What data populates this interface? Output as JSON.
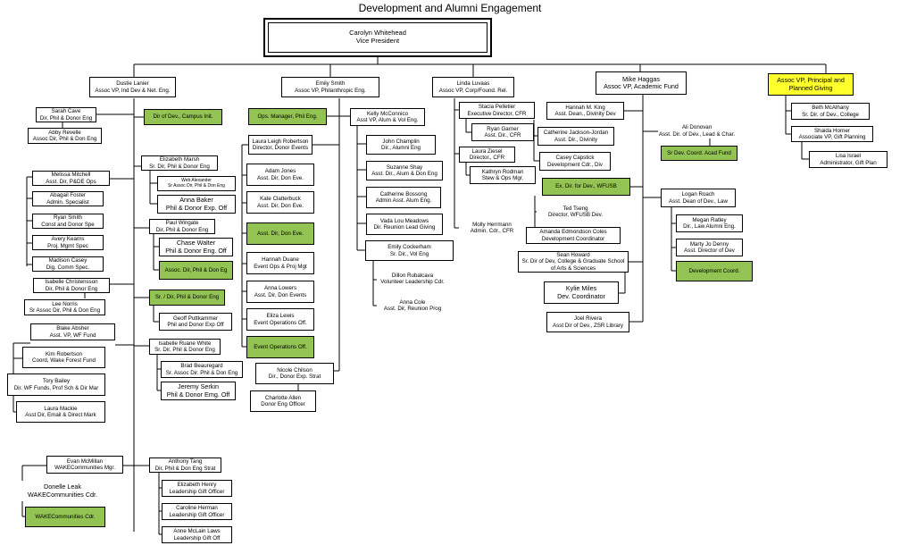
{
  "title": "Development and Alumni Engagement",
  "colors": {
    "green": "#92c353",
    "yellow": "#ffff2d",
    "line": "#000000"
  },
  "nodes": {
    "vp": [
      "Carolyn Whitehead",
      "Vice President"
    ],
    "lanier": [
      "Dustie Lanier",
      "Assoc VP, Ind Dev & Net. Eng."
    ],
    "smith": [
      "Emily Smith",
      "Assoc VP, Philanthropic Eng."
    ],
    "luvaas": [
      "Linda Luvaas",
      "Assoc VP, Corp/Found. Rel."
    ],
    "haggas": [
      "Mike Haggas",
      "Assoc VP, Academic Fund"
    ],
    "planned": [
      "Assoc VP, Principal and",
      "Planned Giving"
    ],
    "cave": [
      "Sarah Cave",
      "Dir, Phil & Donor Eng"
    ],
    "revelle": [
      "Abby Revelle",
      "Assoc Dir, Phil & Don Eng"
    ],
    "campus": [
      "Dir of Dev., Campus Init."
    ],
    "mitchell": [
      "Melissa Mitchell",
      "Asst. Dir, P&DE Ops"
    ],
    "foster": [
      "Abagail Foster",
      "Admin. Specialist"
    ],
    "rsmith": [
      "Ryan Smith",
      "Const and Donor Spe"
    ],
    "kearns": [
      "Avery Kearns",
      "Proj. Mgmt Spec"
    ],
    "casey": [
      "Madison Casey",
      "Dig. Comm Spec."
    ],
    "christensson": [
      "Isabelle Christensson",
      "Dir, Phil & Donor Eng"
    ],
    "norris": [
      "Lee Norris",
      "Sr Assoc Dir, Phil & Don Eng"
    ],
    "absher": [
      "Blake Absher",
      "Asst. VP, WF Fund"
    ],
    "robertson": [
      "Kim Robertson",
      "Coord, Wake Forest Fund"
    ],
    "bailey": [
      "Tory Bailey",
      "Dir. WF Funds, Prof Sch & Dir Mar"
    ],
    "mackie": [
      "Laura Mackie",
      "Asst Dir, Email & Direct Mark"
    ],
    "mcmillan": [
      "Evan McMillan",
      "WAKECommunities Mgr."
    ],
    "leak": [
      "Donelle Leak",
      "WAKECommunities Cdr."
    ],
    "wakecdr": [
      "WAKECommunities Cdr."
    ],
    "marsh": [
      "Elizabeth Marsh",
      "Sr. Dir, Phil & Donor Eng"
    ],
    "alexander": [
      "Web Alexander",
      "Sr Assoc Dir, Phil & Don Eng"
    ],
    "baker": [
      "Anna Baker",
      "Phil & Donor Exp. Off"
    ],
    "wingate": [
      "Paul Wingate",
      "Dir, Phil & Donor Eng"
    ],
    "walter": [
      "Chase Walter",
      "Phil & Donor Eng. Off"
    ],
    "assocgreen": [
      "Assoc. Dir, Phil & Don Eg"
    ],
    "srdir": [
      "Sr. / Dir, Phil & Donor Eng"
    ],
    "puttkammer": [
      "Geoff Puttkammer",
      "Phil and Donor Exp Off"
    ],
    "white": [
      "Isabelle Ruane White",
      "Sr. Dir, Phil & Donor Eng"
    ],
    "beauregard": [
      "Brad Beauregard",
      "Sr. Assoc Dir. Phil & Don Eng"
    ],
    "serkin": [
      "Jeremy Serkin",
      "Phil & Donor Emg. Off"
    ],
    "tang": [
      "Anthony Tang",
      "Dir, Phil & Don Eng Strat"
    ],
    "henry": [
      "Elizabeth Henry",
      "Leadership Gift Officer"
    ],
    "herman": [
      "Caroline Herman",
      "Leadership Gift Officer"
    ],
    "laws": [
      "Anne McLain Laws",
      "Leadership Gift Off"
    ],
    "opsmgr": [
      "Ops. Manager, Phil Eng."
    ],
    "mcconnico": [
      "Kelly McConnico",
      "Asst VP, Alum & Vol Eng."
    ],
    "lrobertson": [
      "Laura Leigh Robertson",
      "Director, Donor Events"
    ],
    "jones": [
      "Adam Jones",
      "Asst. Dir, Don Eve."
    ],
    "clatterbuck": [
      "Kate Clatterbuck",
      "Asst. Dir, Don Eve."
    ],
    "asstdon": [
      "Asst. Dir, Don Eve."
    ],
    "duane": [
      "Hannah Duane",
      "Event Ops & Proj Mgt"
    ],
    "lowers": [
      "Anna Lowers",
      "Asst. Dir, Don Events"
    ],
    "lewis": [
      "Eliza Lewis",
      "Event Operations Off."
    ],
    "eventops": [
      "Event Operations Off."
    ],
    "chilson": [
      "Nicole Chilson",
      "Dir., Donor Exp. Strat"
    ],
    "allen": [
      "Charlotte Allen",
      "Donor Eng Officer"
    ],
    "champlin": [
      "John Champlin",
      "Dir., Alumni Eng"
    ],
    "shay": [
      "Suzanne Shay",
      "Asst. Dir., Alum & Don Eng"
    ],
    "bossong": [
      "Catherine Bossong",
      "Admin Asst. Alum Eng."
    ],
    "meadows": [
      "Vada Lou Meadows",
      "Dir. Reunion Lead Giving"
    ],
    "cockerham": [
      "Emily Cockerham",
      "Sr. Dir., Vol Eng"
    ],
    "rubalcava": [
      "Dillon Rubalcava",
      "Volunteer Leadership Cdr."
    ],
    "cole": [
      "Anna Cole",
      "Asst. Dir, Reunion Prog"
    ],
    "pelletier": [
      "Stacia Pelletier",
      "Executive Director, CFR"
    ],
    "garner": [
      "Ryan Garner",
      "Asst. Dir., CFR"
    ],
    "ziesel": [
      "Laura Ziesel",
      "Director., CFR"
    ],
    "rodman": [
      "Kathryn Rodman",
      "Stew & Ops Mgr."
    ],
    "herrmann": [
      "Molly Herrmann",
      "Admin. Cdr., CFR"
    ],
    "king": [
      "Hannah M. King",
      "Asst. Dean., Divinity Dev"
    ],
    "jjordan": [
      "Catherine Jackson-Jordan",
      "Asst. Dir., Divinity"
    ],
    "capstick": [
      "Casey Capstick",
      "Development Cdr., Div"
    ],
    "exdir": [
      "Ex. Dir. for Dev., WFUSB"
    ],
    "tseng": [
      "Ted Tseng",
      "Director, WFUSB Dev."
    ],
    "coles": [
      "Amanda Edmondson Coles",
      "Development Coordinator"
    ],
    "howard": [
      "Sean Howard",
      "Sr. Dir of Dev, College & Graduate School",
      "of Arts & Sciences"
    ],
    "miles": [
      "Kylie Miles",
      "Dev. Coordinator"
    ],
    "rivera": [
      "Joel Rivera",
      "Asst Dir of Dev., ZSR Library"
    ],
    "donovan": [
      "Ali Donovan",
      "Asst. Dir. of Dev., Lead & Char."
    ],
    "srdev": [
      "Sr Dev. Coord. Acad Fund"
    ],
    "roach": [
      "Logan Roach",
      "Asst. Dean of Dev., Law"
    ],
    "ratley": [
      "Megan Ratley",
      "Dir., Law Alumni Eng."
    ],
    "denny": [
      "Marty Jo Denny",
      "Asst. Director of Dev"
    ],
    "devcoord": [
      "Development Coord."
    ],
    "mcalhany": [
      "Beth McAlhany",
      "Sr. Dir. of Dev., College"
    ],
    "horner": [
      "Shaida Horner",
      "Associate VP, Gift Planning"
    ],
    "israel": [
      "Lisa Israel",
      "Administrator, Gift Plan"
    ]
  }
}
